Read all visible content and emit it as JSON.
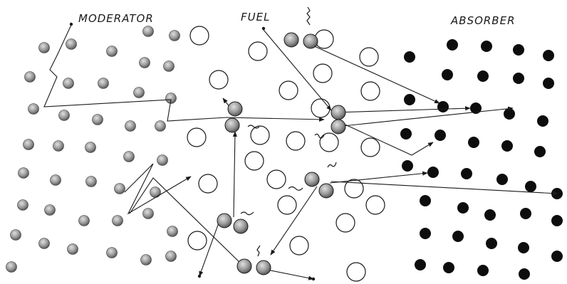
{
  "labels": {
    "moderator": "MODERATOR",
    "fuel": "FUEL",
    "absorber": "ABSORBER"
  },
  "colors": {
    "ink": "#1a1a1a",
    "moderator_fill": "#9a9a9a",
    "absorber_fill": "#0d0d0d",
    "fuel_fill": "#ffffff"
  }
}
